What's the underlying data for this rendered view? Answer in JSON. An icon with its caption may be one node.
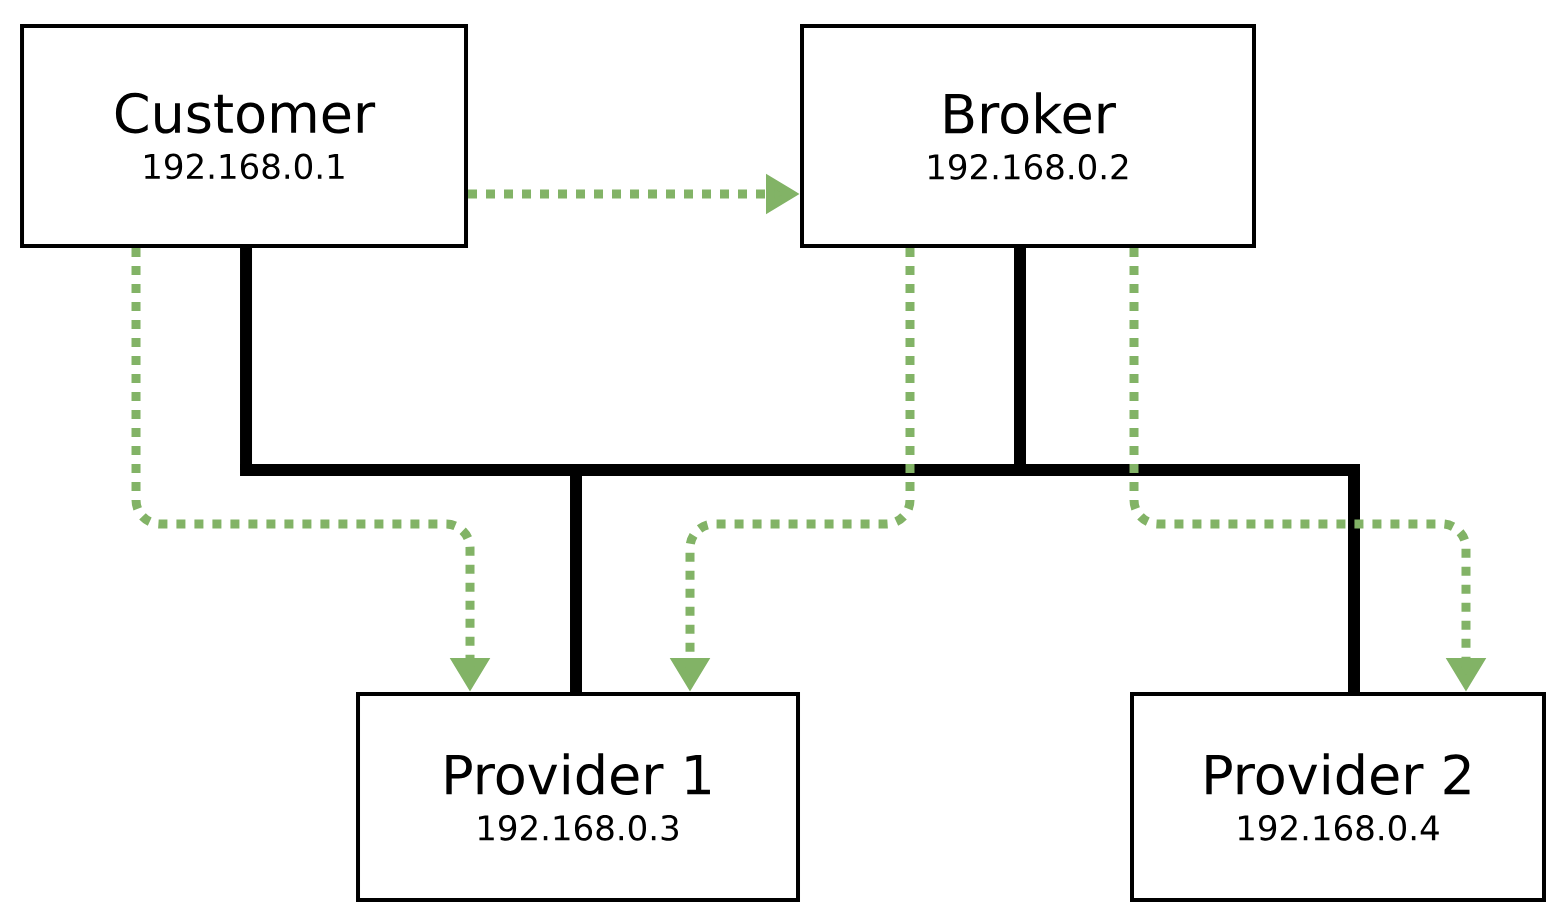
{
  "diagram": {
    "nodes": [
      {
        "text": [
          "Customer",
          "192.168.0.1"
        ]
      },
      {
        "text": [
          "Broker",
          "192.168.0.2"
        ]
      },
      {
        "text": [
          "Provider 1",
          "192.168.0.3"
        ]
      },
      {
        "text": [
          "Provider 2",
          "192.168.0.4"
        ]
      }
    ],
    "edges": [
      {
        "from": 0,
        "to": 1,
        "arrow": "to",
        "style": "dashed",
        "color": "#82b366"
      },
      {
        "from": 0,
        "to": 2,
        "arrow": "to",
        "style": "dashed",
        "color": "#82b366"
      },
      {
        "from": 1,
        "to": 2,
        "arrow": "to",
        "style": "dashed",
        "color": "#82b366"
      },
      {
        "from": 1,
        "to": 3,
        "arrow": "to",
        "style": "dashed",
        "color": "#82b366"
      },
      {
        "from": 0,
        "to": 2,
        "arrow": "none",
        "color": "#000000"
      },
      {
        "from": 0,
        "to": 3,
        "arrow": "none",
        "color": "#000000"
      },
      {
        "from": 1,
        "to": 2,
        "arrow": "none",
        "color": "#000000"
      },
      {
        "from": 1,
        "to": 3,
        "arrow": "none",
        "color": "#000000"
      }
    ]
  }
}
